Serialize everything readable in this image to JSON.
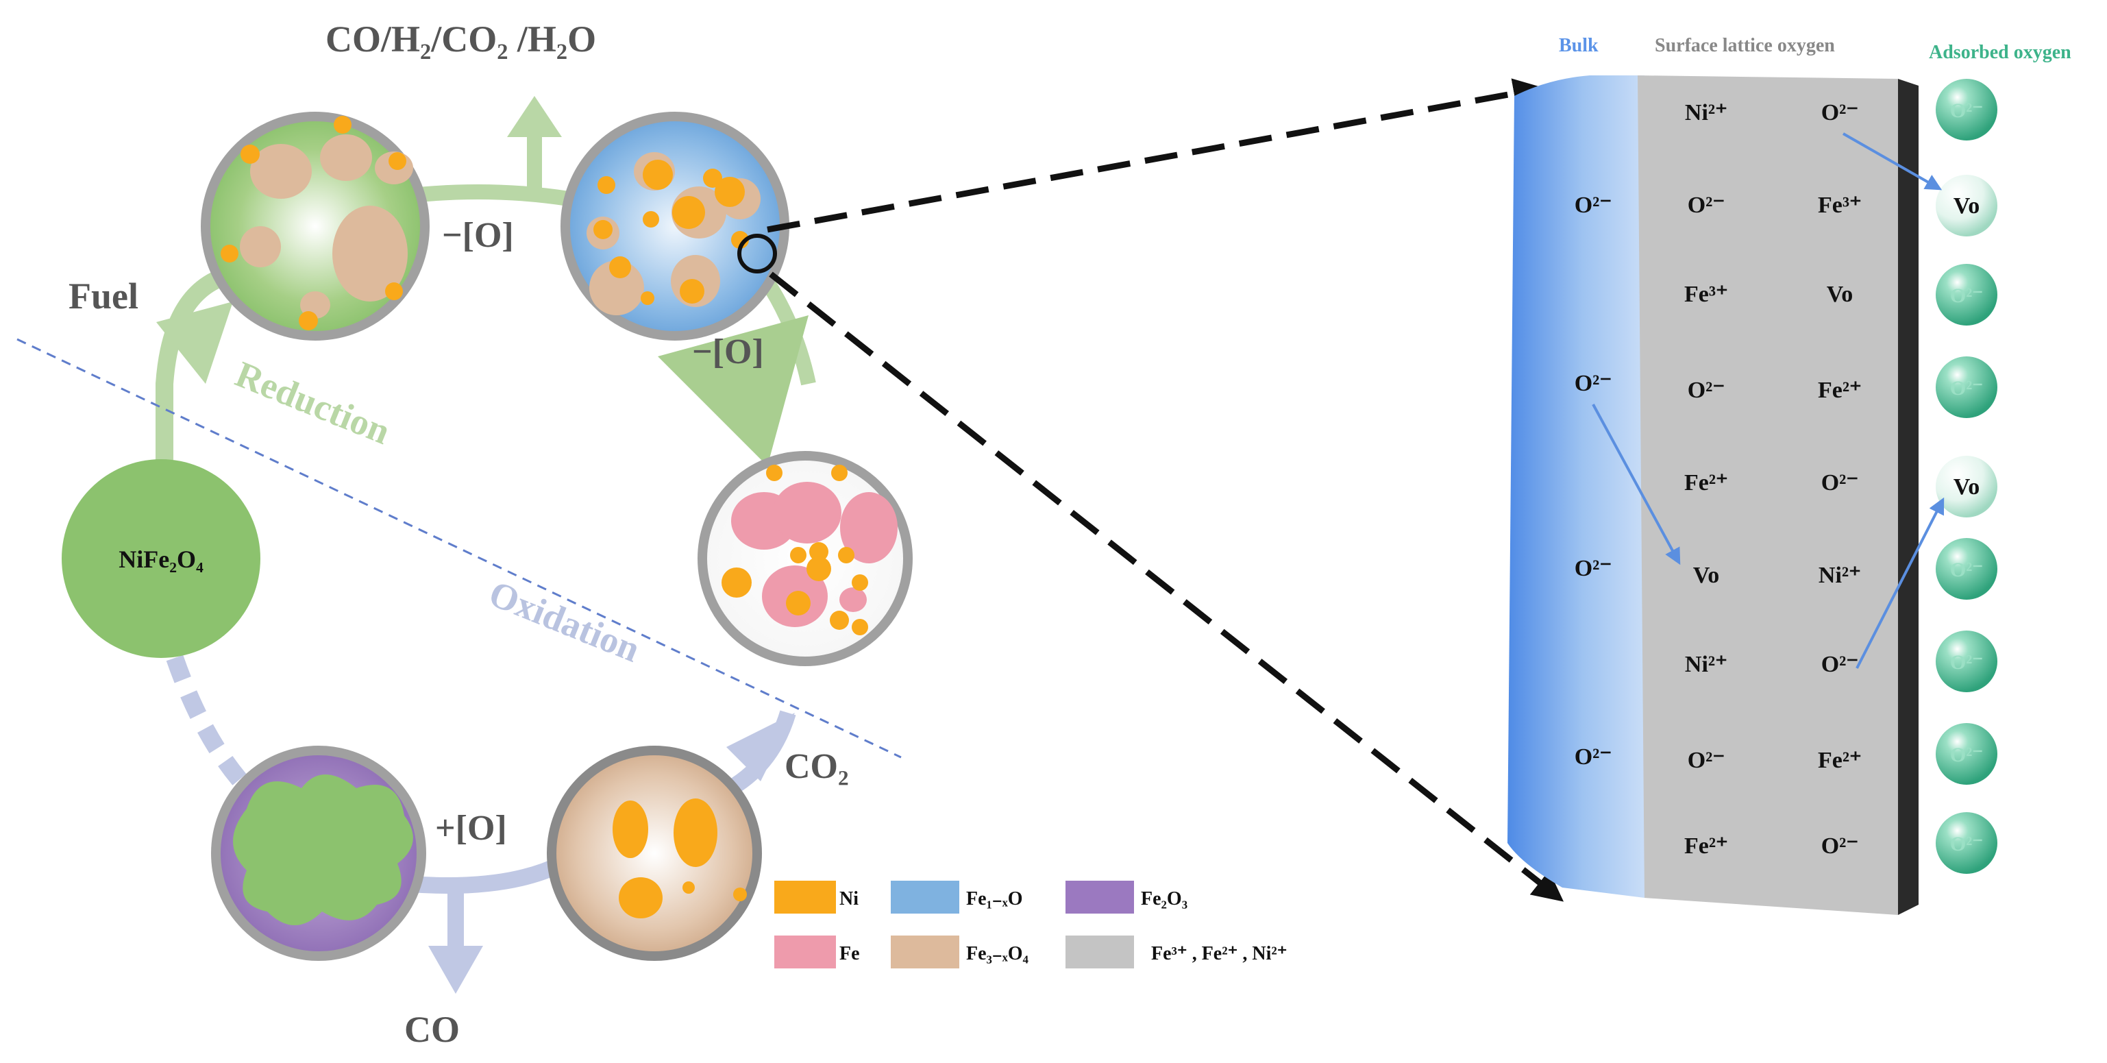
{
  "cycle": {
    "top_product": "CO/H₂/CO₂ /H₂O",
    "fuel": "Fuel",
    "reduction": "Reduction",
    "oxidation": "Oxidation",
    "minus_o_1": "−[O]",
    "minus_o_2": "−[O]",
    "plus_o": "+[O]",
    "co2": "CO₂",
    "co": "CO",
    "start_label": "NiFe₂O₄"
  },
  "legend": [
    {
      "label": "Ni",
      "color": "#F9A91B"
    },
    {
      "label": "Fe₁₋ₓO",
      "color": "#7FB2E0"
    },
    {
      "label": "Fe₂O₃",
      "color": "#9B79C0"
    },
    {
      "label": "Fe",
      "color": "#EE9BAC"
    },
    {
      "label": "Fe₃₋ₓO₄",
      "color": "#DDBA9C"
    },
    {
      "label": "Fe³⁺ , Fe²⁺ , Ni²⁺",
      "color": "#C4C4C4"
    }
  ],
  "lattice": {
    "bulk_title": "Bulk",
    "surface_title": "Surface lattice oxygen",
    "adsorbed_title": "Adsorbed oxygen",
    "bulk_ions": [
      "O²⁻",
      "O²⁻",
      "O²⁻",
      "O²⁻"
    ],
    "surface_rows": [
      [
        "Ni²⁺",
        "O²⁻"
      ],
      [
        "O²⁻",
        "Fe³⁺"
      ],
      [
        "Fe³⁺",
        "Vo"
      ],
      [
        "O²⁻",
        "Fe²⁺"
      ],
      [
        "Fe²⁺",
        "O²⁻"
      ],
      [
        "Vo",
        "Ni²⁺"
      ],
      [
        "Ni²⁺",
        "O²⁻"
      ],
      [
        "O²⁻",
        "Fe²⁺"
      ],
      [
        "Fe²⁺",
        "O²⁻"
      ]
    ],
    "adsorbed": [
      "O²⁻",
      "Vo",
      "O²⁻",
      "O²⁻",
      "Vo",
      "O²⁻",
      "O²⁻",
      "O²⁻",
      "O²⁻"
    ]
  },
  "colors": {
    "green": "#8CC26E",
    "green_light": "#B8D9A6",
    "blue_light": "#B9C3E0",
    "bulk_blue": "#5B93E8",
    "surface_gray": "#C4C4C4",
    "teal": "#3DB38A",
    "arrow_blue": "#5B8FE0"
  }
}
